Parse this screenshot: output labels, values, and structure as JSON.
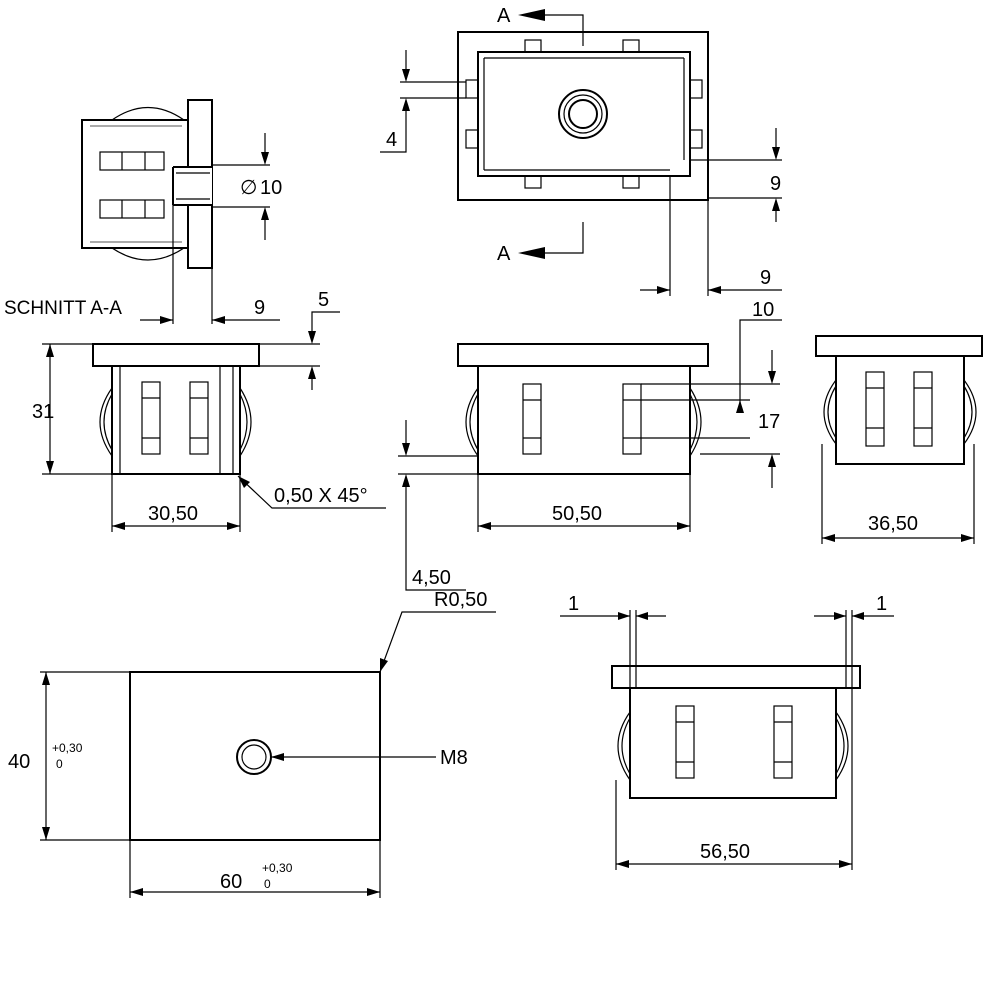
{
  "section": {
    "title": "SCHNITT A-A",
    "arrow_top": "A",
    "arrow_bottom": "A"
  },
  "dimensions": {
    "d4": "4",
    "d9_side": "9",
    "d9_bottom": "9",
    "d9_section": "9",
    "dia10": "10",
    "dia_symbol": "∅",
    "d5": "5",
    "d10": "10",
    "d31": "31",
    "d17": "17",
    "d30_50": "30,50",
    "d50_50": "50,50",
    "d36_50": "36,50",
    "d4_50": "4,50",
    "chamfer": "0,50 X 45°",
    "radius": "R0,50",
    "d1_left": "1",
    "d1_right": "1",
    "d56_50": "56,50",
    "thread": "M8",
    "d40": "40",
    "d40_tol_upper": "+0,30",
    "d40_tol_lower": "0",
    "d60": "60",
    "d60_tol_upper": "+0,30",
    "d60_tol_lower": "0"
  }
}
